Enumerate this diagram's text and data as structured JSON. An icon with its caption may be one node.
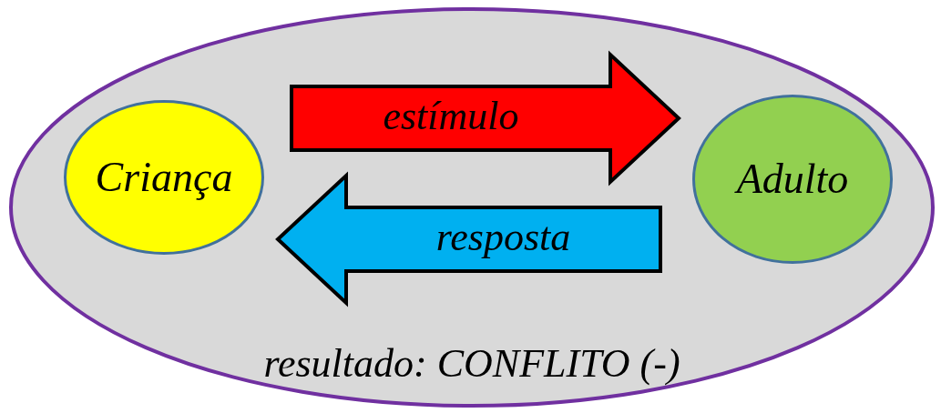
{
  "diagram": {
    "nodes": [
      {
        "text": [
          "resultado: CONFLITO (-)"
        ]
      },
      {
        "text": [
          "Criança"
        ],
        "in": 0
      },
      {
        "text": [
          "Adulto"
        ],
        "in": 0
      }
    ],
    "edges": [
      {
        "from": 1,
        "to": 2,
        "arrow": "to",
        "label": "estímulo",
        "style": "thick",
        "color": "#ff0000"
      },
      {
        "from": 2,
        "to": 1,
        "arrow": "to",
        "label": "resposta",
        "style": "thick",
        "color": "#00b0f0"
      }
    ]
  }
}
